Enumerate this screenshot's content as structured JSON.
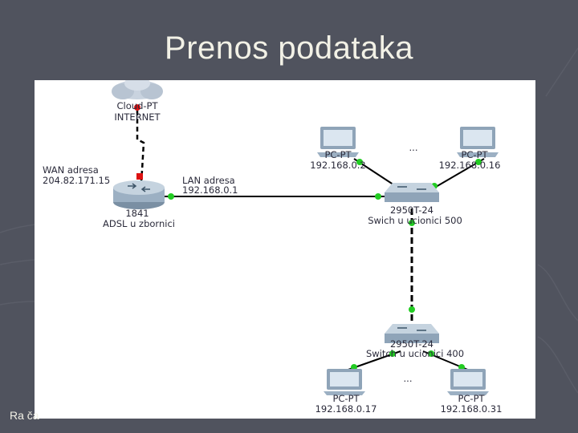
{
  "slide": {
    "title": "Prenos podataka",
    "footer": "Ra ča"
  },
  "diagram": {
    "cloud": {
      "line1": "Cloud-PT",
      "line2": "INTERNET"
    },
    "router": {
      "wan_label": "WAN adresa",
      "wan_ip": "204.82.171.15",
      "lan_label": "LAN adresa",
      "lan_ip": "192.168.0.1",
      "model": "1841",
      "name": "ADSL u zbornici"
    },
    "switch_top": {
      "model": "2950T-24",
      "name": "Swich u ucionici 500"
    },
    "switch_bottom": {
      "model": "2950T-24",
      "name": "Switch u ucionici 400"
    },
    "pcs": [
      {
        "type": "PC-PT",
        "ip": "192.168.0.2"
      },
      {
        "type": "PC-PT",
        "ip": "192.168.0.16"
      },
      {
        "type": "PC-PT",
        "ip": "192.168.0.17"
      },
      {
        "type": "PC-PT",
        "ip": "192.168.0.31"
      }
    ],
    "ellipsis": "..."
  },
  "colors": {
    "background": "#50535e",
    "link": "#000000",
    "link_up": "#22cc22",
    "link_down": "#dd1111"
  },
  "icons": [
    "cloud-icon",
    "router-icon",
    "switch-icon",
    "pc-icon"
  ]
}
